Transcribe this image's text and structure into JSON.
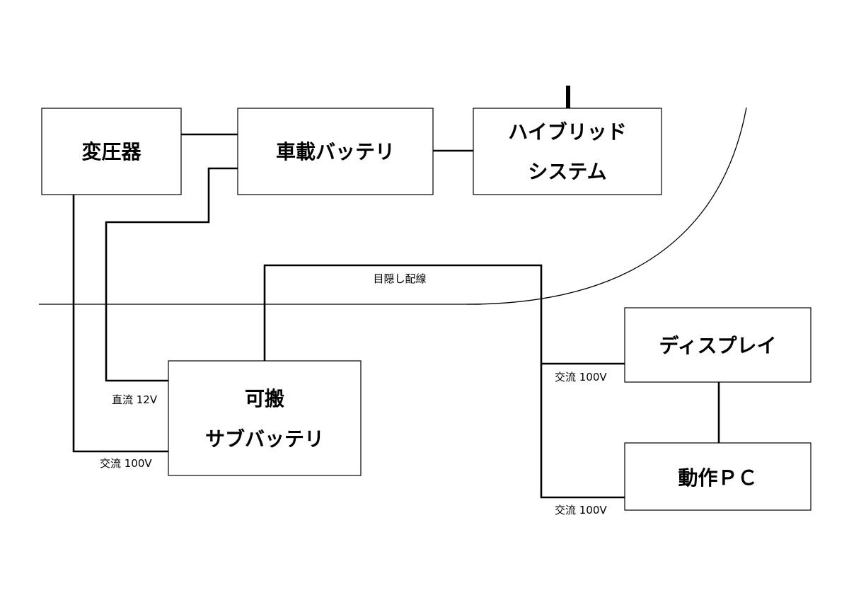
{
  "boxes": {
    "transformer": "変圧器",
    "car_battery": "車載バッテリ",
    "hybrid_line1": "ハイブリッド",
    "hybrid_line2": "システム",
    "portable_line1": "可搬",
    "portable_line2": "サブバッテリ",
    "display": "ディスプレイ",
    "pc": "動作ＰＣ"
  },
  "wire_labels": {
    "hidden_wiring": "目隠し配線",
    "dc_12v": "直流 12V",
    "ac_100v_left": "交流 100V",
    "ac_100v_display": "交流 100V",
    "ac_100v_pc": "交流 100V"
  }
}
